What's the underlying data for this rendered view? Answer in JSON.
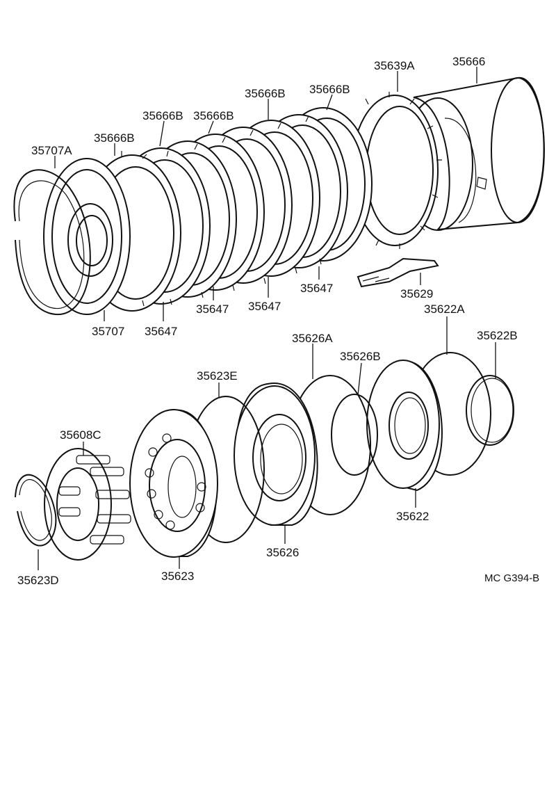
{
  "diagram_code": "MC G394-B",
  "parts": {
    "p35666": "35666",
    "p35639A": "35639A",
    "p35666B_a": "35666B",
    "p35666B_b": "35666B",
    "p35666B_c": "35666B",
    "p35666B_d": "35666B",
    "p35666B_e": "35666B",
    "p35707A": "35707A",
    "p35707": "35707",
    "p35647_a": "35647",
    "p35647_b": "35647",
    "p35647_c": "35647",
    "p35647_d": "35647",
    "p35629": "35629",
    "p35622A": "35622A",
    "p35622B": "35622B",
    "p35626A": "35626A",
    "p35626B": "35626B",
    "p35623E": "35623E",
    "p35608C": "35608C",
    "p35623D": "35623D",
    "p35623": "35623",
    "p35626": "35626",
    "p35622": "35622"
  }
}
